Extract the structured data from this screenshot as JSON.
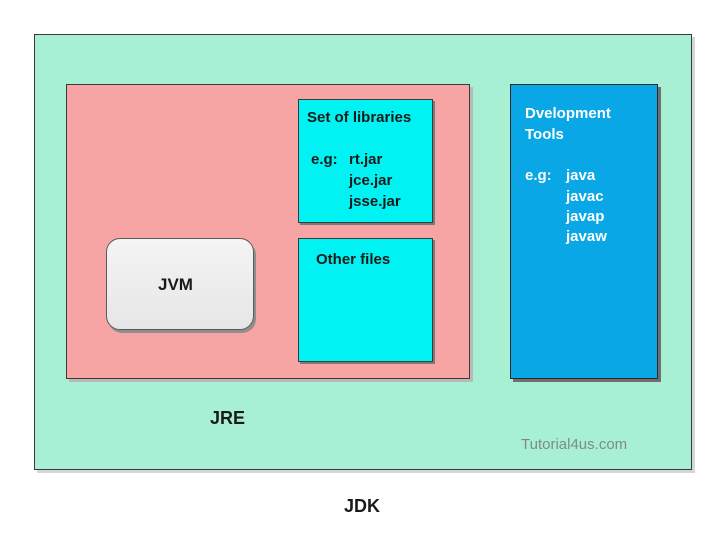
{
  "diagram": {
    "jdk": {
      "label": "JDK"
    },
    "jre": {
      "label": "JRE"
    },
    "jvm": {
      "label": "JVM"
    },
    "libraries": {
      "title": "Set of libraries",
      "example_prefix": "e.g:",
      "items": [
        "rt.jar",
        "jce.jar",
        "jsse.jar"
      ]
    },
    "other_files": {
      "title": "Other files"
    },
    "development_tools": {
      "title_line1": "Dvelopment",
      "title_line2": "Tools",
      "example_prefix": "e.g:",
      "items": [
        "java",
        "javac",
        "javap",
        "javaw"
      ]
    },
    "watermark": "Tutorial4us.com",
    "colors": {
      "jdk": "#a8f0d4",
      "jre": "#f7a4a4",
      "libraries": "#00f2f2",
      "other_files": "#00f2f2",
      "jvm": "#ececec",
      "development_tools": "#0aa7e6"
    }
  }
}
